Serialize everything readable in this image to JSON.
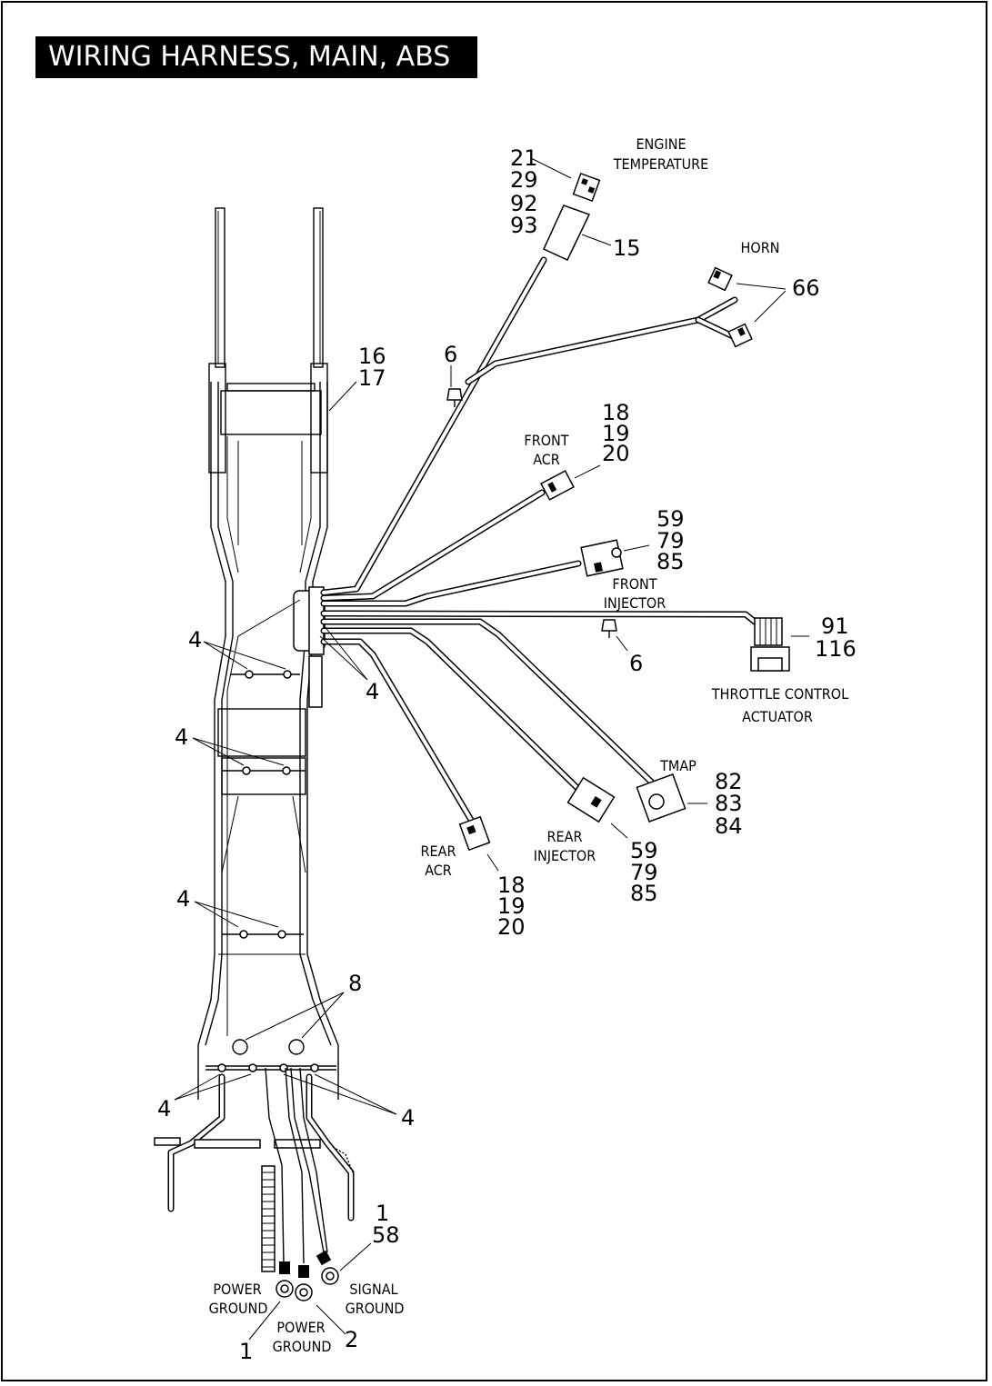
{
  "title": "WIRING HARNESS, MAIN, ABS",
  "labels": {
    "engine_temperature": [
      "ENGINE",
      "TEMPERATURE"
    ],
    "horn": "HORN",
    "front_acr": [
      "FRONT",
      "ACR"
    ],
    "front_injector": [
      "FRONT",
      "INJECTOR"
    ],
    "throttle_control_actuator": [
      "THROTTLE CONTROL",
      "ACTUATOR"
    ],
    "tmap": "TMAP",
    "rear_injector": [
      "REAR",
      "INJECTOR"
    ],
    "rear_acr": [
      "REAR",
      "ACR"
    ],
    "power_ground_left": [
      "POWER",
      "GROUND"
    ],
    "power_ground_center": [
      "POWER",
      "GROUND"
    ],
    "signal_ground": [
      "SIGNAL",
      "GROUND"
    ]
  },
  "callouts": {
    "engine_temp_parts": [
      "21",
      "29",
      "92",
      "93"
    ],
    "engine_temp_boot": "15",
    "horn": "66",
    "frame_clip": [
      "16",
      "17"
    ],
    "clip_upper": "6",
    "front_acr": [
      "18",
      "19",
      "20"
    ],
    "front_injector": [
      "59",
      "79",
      "85"
    ],
    "throttle": [
      "91",
      "116"
    ],
    "clip_lower": "6",
    "tie_main": "4",
    "tie_left_1": "4",
    "tie_left_2": "4",
    "tie_left_3": "4",
    "tmap": [
      "82",
      "83",
      "84"
    ],
    "rear_injector": [
      "59",
      "79",
      "85"
    ],
    "rear_acr": [
      "18",
      "19",
      "20"
    ],
    "grommet": "8",
    "tie_bottom_left": "4",
    "tie_bottom_right": "4",
    "signal_ground": [
      "1",
      "58"
    ],
    "power_ground_left": "1",
    "power_ground_center": "2"
  }
}
